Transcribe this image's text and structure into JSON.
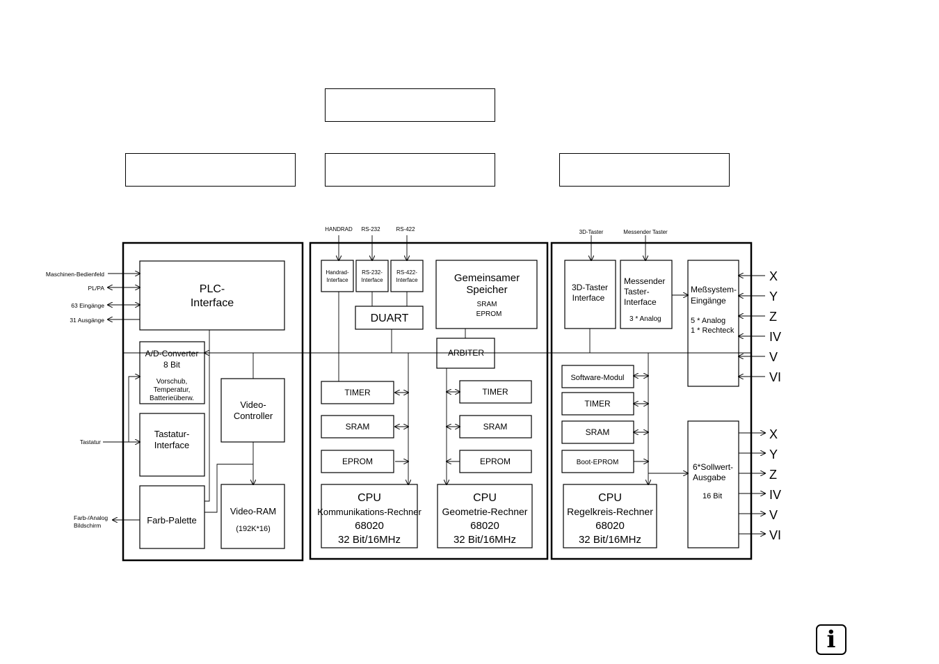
{
  "header_boxes": [
    {
      "name": "top-header-box",
      "text": ""
    },
    {
      "name": "left-header-box",
      "text": ""
    },
    {
      "name": "center-header-box",
      "text": ""
    },
    {
      "name": "right-header-box",
      "text": ""
    }
  ],
  "info_icon": {
    "icon": "info-icon",
    "glyph": "i"
  },
  "left_panel": {
    "plc_interface": [
      "PLC-",
      "Interface"
    ],
    "ad_converter": [
      "A/D-Converter",
      "8 Bit",
      "Vorschub,",
      "Temperatur,",
      "Batterieüberw."
    ],
    "video_controller": [
      "Video-",
      "Controller"
    ],
    "keyboard_interface": [
      "Tastatur-",
      "Interface"
    ],
    "color_palette": "Farb-Palette",
    "video_ram": [
      "Video-RAM",
      "(192K*16)"
    ],
    "external": {
      "machine_panel": "Maschinen-Bedienfeld",
      "pl_pa": "PL/PA",
      "inputs": "63 Eingänge",
      "outputs": "31 Ausgänge",
      "keyboard": "Tastatur",
      "screen": [
        "Farb-/Analog",
        "Bildschirm"
      ]
    }
  },
  "middle_panel": {
    "top_labels": [
      "HANDRAD",
      "RS-232",
      "RS-422"
    ],
    "handrad_interface": [
      "Handrad-",
      "Interface"
    ],
    "rs232_interface": [
      "RS-232-",
      "Interface"
    ],
    "rs422_interface": [
      "RS-422-",
      "Interface"
    ],
    "duart": "DUART",
    "shared_memory": [
      "Gemeinsamer",
      "Speicher",
      "SRAM",
      "EPROM"
    ],
    "arbiter": "ARBITER",
    "timer": "TIMER",
    "sram": "SRAM",
    "eprom": "EPROM",
    "cpu_comm": [
      "CPU",
      "Kommunikations-Rechner",
      "68020",
      "32 Bit/16MHz"
    ],
    "cpu_geo": [
      "CPU",
      "Geometrie-Rechner",
      "68020",
      "32 Bit/16MHz"
    ]
  },
  "right_panel": {
    "top_labels": [
      "3D-Taster",
      "Messender Taster"
    ],
    "probe_3d_interface": [
      "3D-Taster",
      "Interface"
    ],
    "measuring_probe_interface": [
      "Messender",
      "Taster-",
      "Interface",
      "3 * Analog"
    ],
    "measuring_inputs": [
      "Meßsystem-",
      "Eingänge",
      "5 * Analog",
      "1 * Rechteck"
    ],
    "software_module": "Software-Modul",
    "timer": "TIMER",
    "sram": "SRAM",
    "boot_eprom": "Boot-EPROM",
    "setpoint_output": [
      "6*Sollwert-",
      "Ausgabe",
      "16 Bit"
    ],
    "cpu_control": [
      "CPU",
      "Regelkreis-Rechner",
      "68020",
      "32 Bit/16MHz"
    ],
    "axes": [
      "X",
      "Y",
      "Z",
      "IV",
      "V",
      "VI"
    ]
  }
}
